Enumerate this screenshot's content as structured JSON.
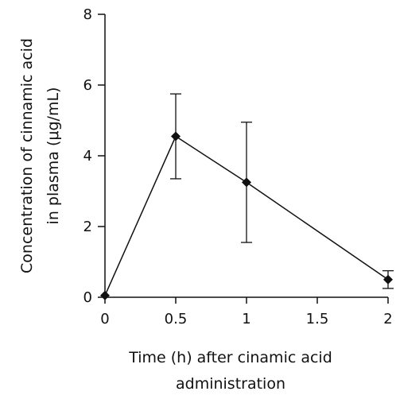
{
  "chart_data": {
    "type": "line",
    "xlabel_line1": "Time (h) after cinamic acid",
    "xlabel_line2": "administration",
    "ylabel_line1": "Concentration of cinnamic acid",
    "ylabel_line2": "in plasma (μg/mL)",
    "xlim": [
      0,
      2
    ],
    "ylim": [
      0,
      8
    ],
    "x_ticks": [
      0,
      0.5,
      1,
      1.5,
      2
    ],
    "x_tick_labels": [
      "0",
      "0.5",
      "1",
      "1.5",
      "2"
    ],
    "y_ticks": [
      0,
      2,
      4,
      6,
      8
    ],
    "y_tick_labels": [
      "0",
      "2",
      "4",
      "6",
      "8"
    ],
    "grid": false,
    "series": [
      {
        "x": [
          0,
          0.5,
          1,
          2
        ],
        "y": [
          0.05,
          4.55,
          3.25,
          0.5
        ],
        "error": [
          0,
          1.2,
          1.7,
          0.25
        ],
        "color": "#111111",
        "marker": "diamond"
      }
    ]
  }
}
